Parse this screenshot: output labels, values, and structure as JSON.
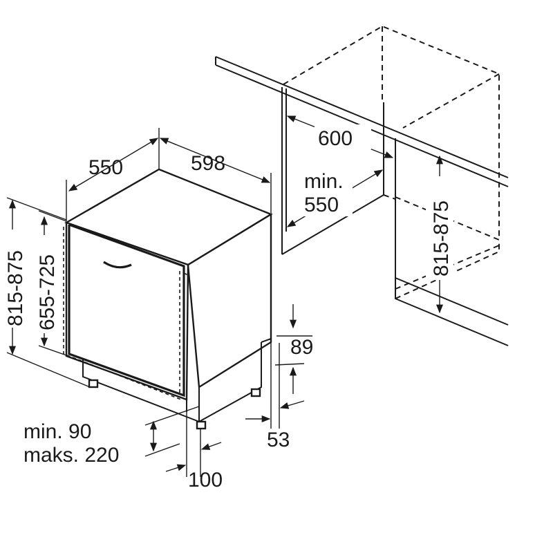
{
  "dimensions": {
    "depth": "550",
    "width": "598",
    "niche_width": "600",
    "niche_depth_line1": "min.",
    "niche_depth_line2": "550",
    "niche_height": "815-875",
    "total_height": "815-875",
    "front_height": "655-725",
    "plinth_cutout": "89",
    "plinth_depth": "53",
    "kick_line1": "min. 90",
    "kick_line2": "maks. 220",
    "kick_setback": "100"
  }
}
